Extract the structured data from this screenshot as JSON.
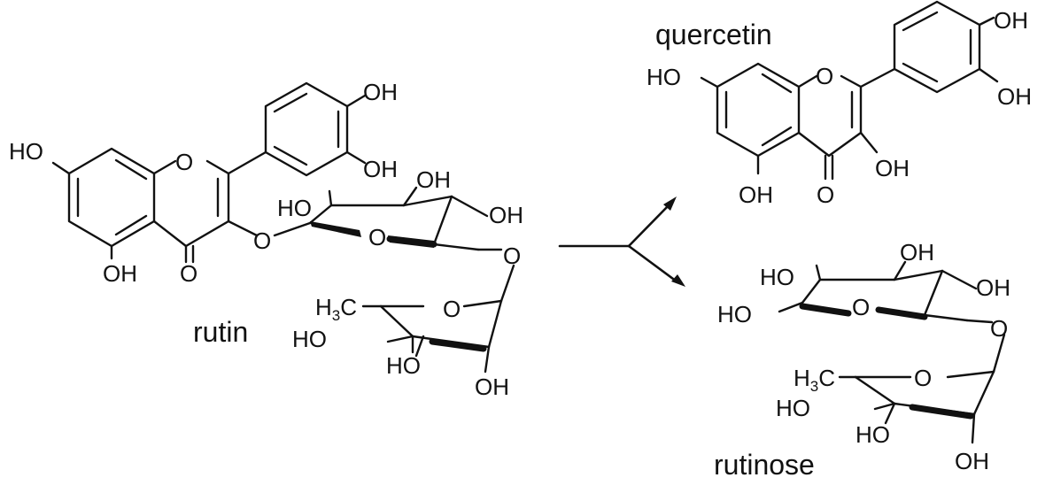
{
  "molecules": {
    "rutin": {
      "name": "rutin"
    },
    "quercetin": {
      "name": "quercetin"
    },
    "rutinose": {
      "name": "rutinose"
    }
  },
  "atoms": {
    "OH": "OH",
    "HO": "HO",
    "O": "O",
    "H3C_main": "H",
    "H3C_sub": "3",
    "H3C_tail": "C"
  },
  "reaction": {
    "type": "hydrolysis-split",
    "products": [
      "quercetin",
      "rutinose"
    ]
  }
}
